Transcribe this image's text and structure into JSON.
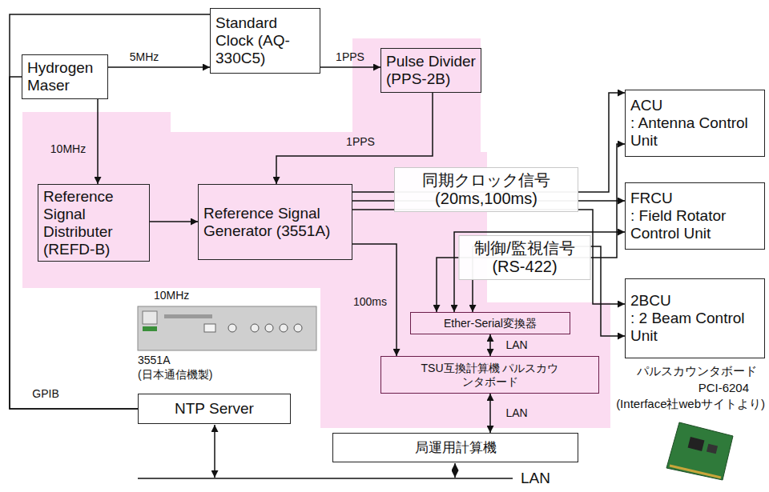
{
  "diagram": {
    "nodes": [
      {
        "text": [
          "Hydrogen Maser"
        ]
      },
      {
        "text": [
          "Standard Clock (AQ-330C5)"
        ]
      },
      {
        "text": [
          "Pulse Divider (PPS-2B)"
        ]
      },
      {
        "text": [
          "Reference Signal Distributer (REFD-B)"
        ]
      },
      {
        "text": [
          "Reference Signal Generator (3551A)"
        ]
      },
      {
        "text": [
          "ACU",
          ": Antenna Control Unit"
        ]
      },
      {
        "text": [
          "FRCU",
          ": Field Rotator Control Unit"
        ]
      },
      {
        "text": [
          "2BCU",
          ": 2 Beam Control Unit"
        ]
      },
      {
        "text": [
          "Ether-Serial変換器"
        ]
      },
      {
        "text": [
          "TSU互換計算機 パルスカウンタボード"
        ]
      },
      {
        "text": [
          "NTP Server"
        ]
      },
      {
        "text": [
          "局運用計算機"
        ]
      }
    ],
    "edges": [
      {
        "from": 0,
        "to": 1,
        "label": "5MHz",
        "arrow": "to"
      },
      {
        "from": 1,
        "to": 2,
        "label": "1PPS",
        "arrow": "to"
      },
      {
        "from": 2,
        "to": 4,
        "label": "1PPS",
        "arrow": "to"
      },
      {
        "from": 0,
        "to": 3,
        "label": "10MHz",
        "arrow": "to"
      },
      {
        "from": 3,
        "to": 4,
        "arrow": "to"
      },
      {
        "from": 4,
        "to": 5,
        "arrow": "to"
      },
      {
        "from": 4,
        "to": 6,
        "arrow": "to"
      },
      {
        "from": 4,
        "to": 7,
        "arrow": "to"
      },
      {
        "from": 4,
        "to": 9,
        "label": "100ms",
        "arrow": "to"
      },
      {
        "from": 8,
        "to": 5,
        "arrow": "both"
      },
      {
        "from": 8,
        "to": 6,
        "arrow": "both"
      },
      {
        "from": 8,
        "to": 7,
        "arrow": "both"
      },
      {
        "from": 8,
        "to": 9,
        "label": "LAN",
        "arrow": "both"
      },
      {
        "from": 9,
        "to": 11,
        "label": "LAN",
        "arrow": "both"
      },
      {
        "from": 1,
        "to": 10,
        "label": "GPIB",
        "arrow": "none"
      },
      {
        "from": 0,
        "to": 10,
        "arrow": "none"
      }
    ],
    "labels": [
      "同期クロック信号 (20ms,100ms)",
      "制御/監視信号 (RS-422)",
      "10MHz",
      "3551A",
      "(日本通信機製)",
      "パルスカウンタボード",
      "PCI-6204",
      "(Interface社webサイトより)",
      "LAN"
    ]
  }
}
